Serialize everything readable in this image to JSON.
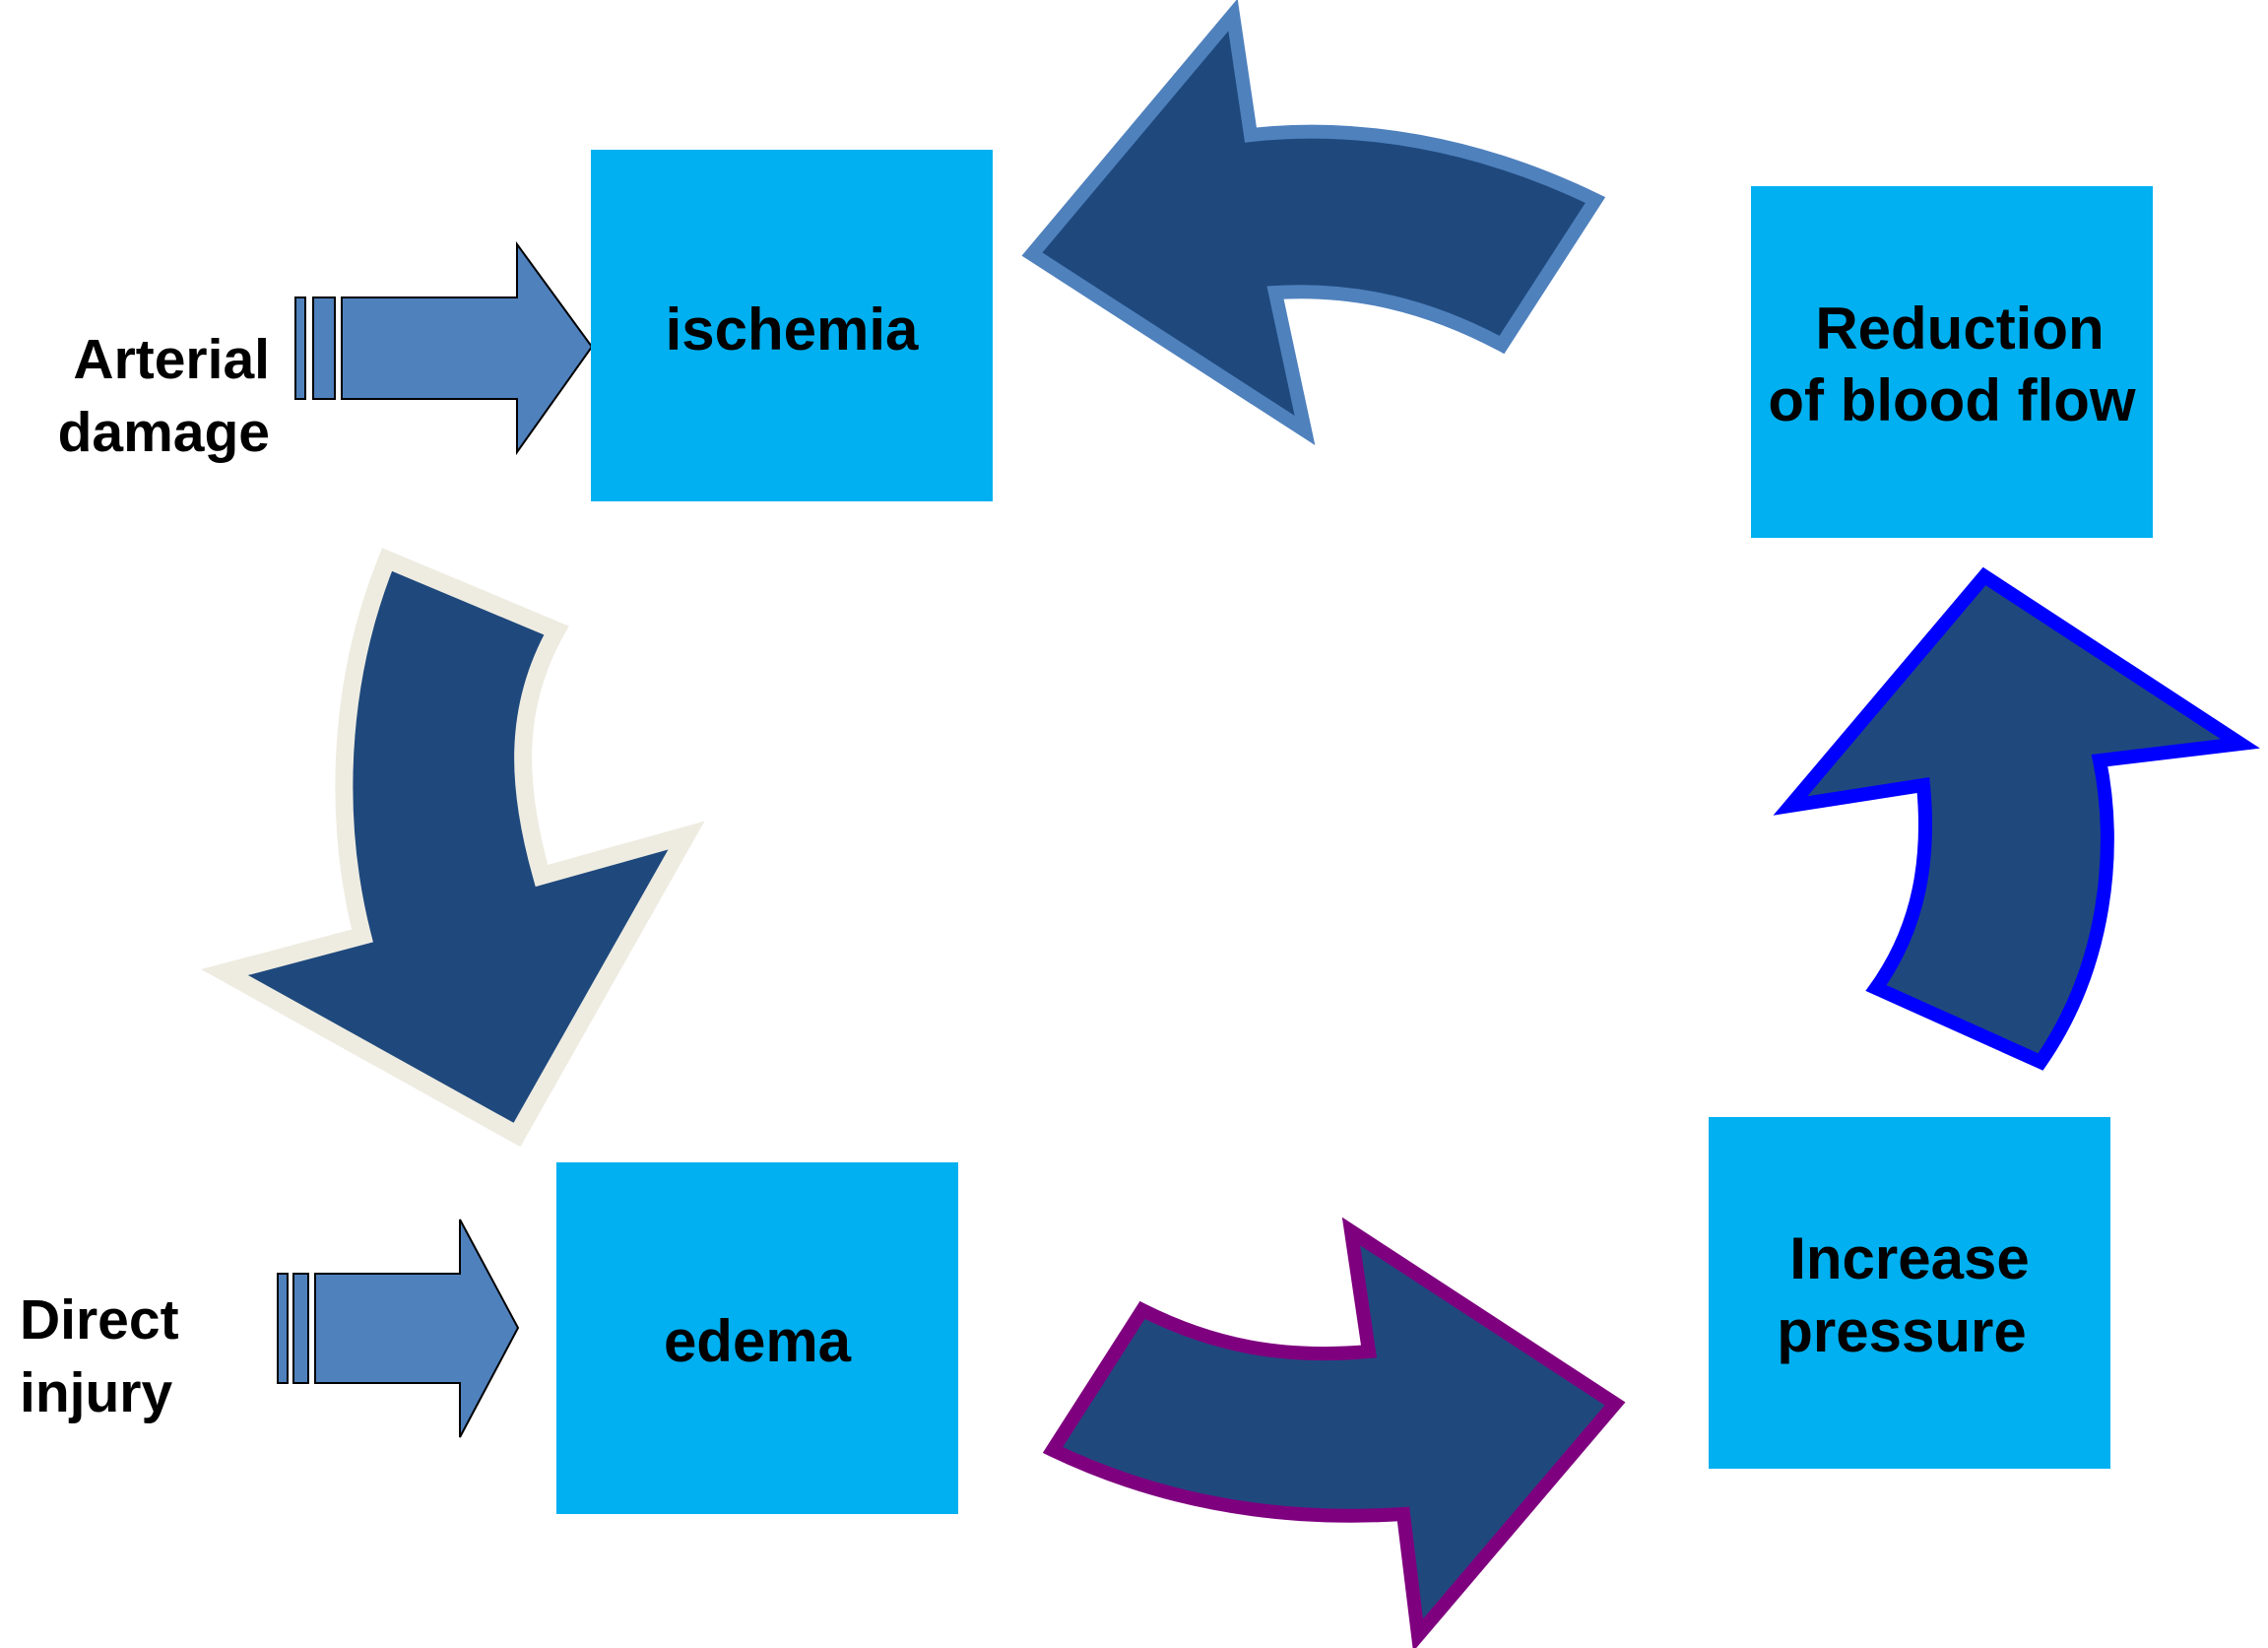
{
  "diagram": {
    "boxes": {
      "ischemia": {
        "lines": [
          "ischemia"
        ]
      },
      "reduction": {
        "lines": [
          "Reduction",
          "of blood flow"
        ]
      },
      "edema": {
        "lines": [
          "edema"
        ]
      },
      "pressure": {
        "lines": [
          "Increase",
          "pressure"
        ]
      }
    },
    "inputs": {
      "arterial": {
        "lines": [
          "Arterial",
          "damage"
        ]
      },
      "direct": {
        "lines": [
          "Direct",
          "injury"
        ]
      }
    }
  },
  "colors": {
    "box_fill": "#00B0F0",
    "arrow_fill": "#1F497D",
    "input_arrow_fill": "#4F81BD",
    "arrow_outline_top": "#4F81BD",
    "arrow_outline_left": "#EEECE1",
    "arrow_outline_bottom": "#7F007F",
    "arrow_outline_right": "#0000FF",
    "text": "#000000"
  }
}
